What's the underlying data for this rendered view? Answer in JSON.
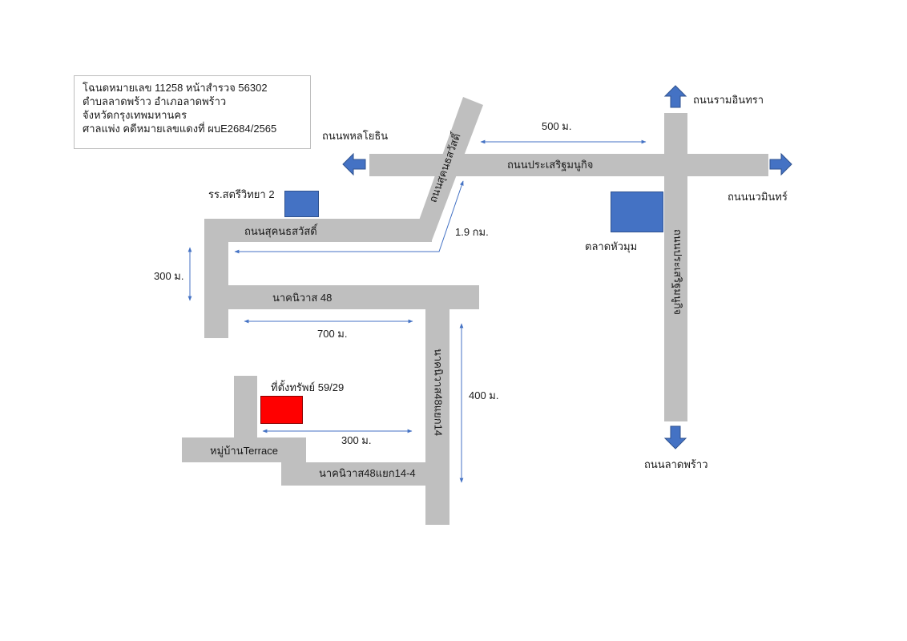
{
  "info_box": {
    "lines": [
      "โฉนดหมายเลข 11258 หน้าสำรวจ 56302",
      "ตำบลลาดพร้าว อำเภอลาดพร้าว",
      "จังหวัดกรุงเทพมหานคร",
      "ศาลแพ่ง คดีหมายเลขแดงที่ ผบE2684/2565"
    ]
  },
  "roads": {
    "prasert": "ถนนประเสริฐมนูกิจ",
    "sukhon_diag": "ถนนสุคนธสวัสดิ์",
    "sukhon_h": "ถนนสุคนธสวัสดิ์",
    "nak48": "นาคนิวาส 48",
    "nak48_14": "นาคนิวาส48แยก14",
    "nak48_14_4": "นาคนิวาส48แยก14-4",
    "village": "หมู่บ้านTerrace",
    "prasert_v": "ถนนประเสริฐมนูกิจ"
  },
  "directions": {
    "phahon": "ถนนพหลโยธิน",
    "ram_inthra": "ถนนรามอินทรา",
    "nawamin": "ถนนนวมินทร์",
    "lat_phrao": "ถนนลาดพร้าว"
  },
  "landmarks": {
    "school": "รร.สตรีวิทยา 2",
    "market": "ตลาดหัวมุม",
    "property": "ที่ตั้งทรัพย์ 59/29"
  },
  "distances": {
    "d500": "500 ม.",
    "d19": "1.9 กม.",
    "d300v": "300 ม.",
    "d700": "700 ม.",
    "d400": "400 ม.",
    "d300h": "300 ม."
  },
  "colors": {
    "road": "#bfbfbf",
    "landmark": "#4472c4",
    "property": "#ff0000",
    "arrow": "#4472c4"
  }
}
